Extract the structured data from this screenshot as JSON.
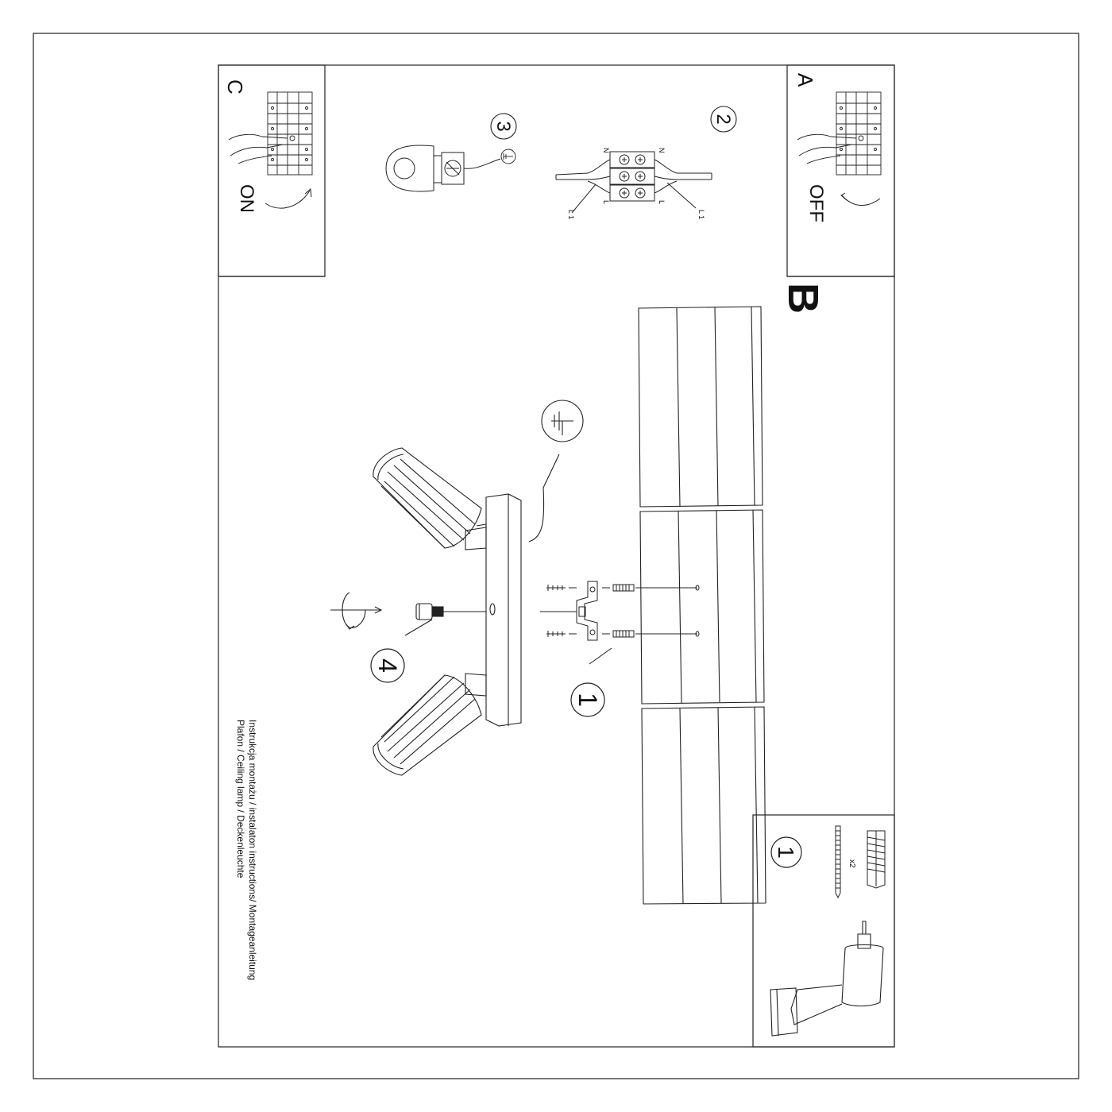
{
  "panels": {
    "A": {
      "letter": "A",
      "state": "OFF"
    },
    "B": {
      "letter": "B"
    },
    "C": {
      "letter": "C",
      "state": "ON"
    }
  },
  "steps": {
    "s1": "1",
    "s2": "2",
    "s3": "3",
    "s4": "4"
  },
  "wiring": {
    "n_left": "N",
    "n_right": "N",
    "l_left": "L",
    "l_right": "L",
    "l1_left": "L 1",
    "l1_right": "L 1"
  },
  "parts": {
    "quantity": "x2",
    "part_number": "1"
  },
  "title": {
    "line1": "Instrukcja montażu / instalaton instructions/ Montageanleitung",
    "line2": "Plafon / Ceiling lamp / Deckenleuchte"
  }
}
